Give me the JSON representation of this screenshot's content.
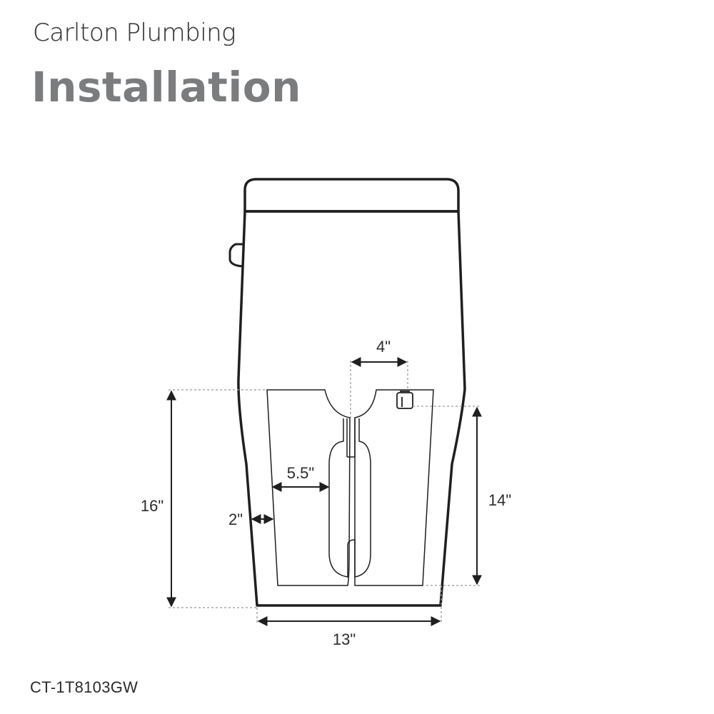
{
  "header": {
    "brand": "Carlton Plumbing",
    "title": "Installation"
  },
  "footer": {
    "model": "CT-1T8103GW"
  },
  "dimensions": {
    "rough_in_spacing": "4\"",
    "left_wall_offset": "5.5\"",
    "inner_offset": "2\"",
    "total_height": "16\"",
    "outlet_height": "14\"",
    "base_width": "13\""
  },
  "colors": {
    "outline": "#1f1f1f",
    "title": "#7b7c7e",
    "dim_line": "#999999"
  }
}
